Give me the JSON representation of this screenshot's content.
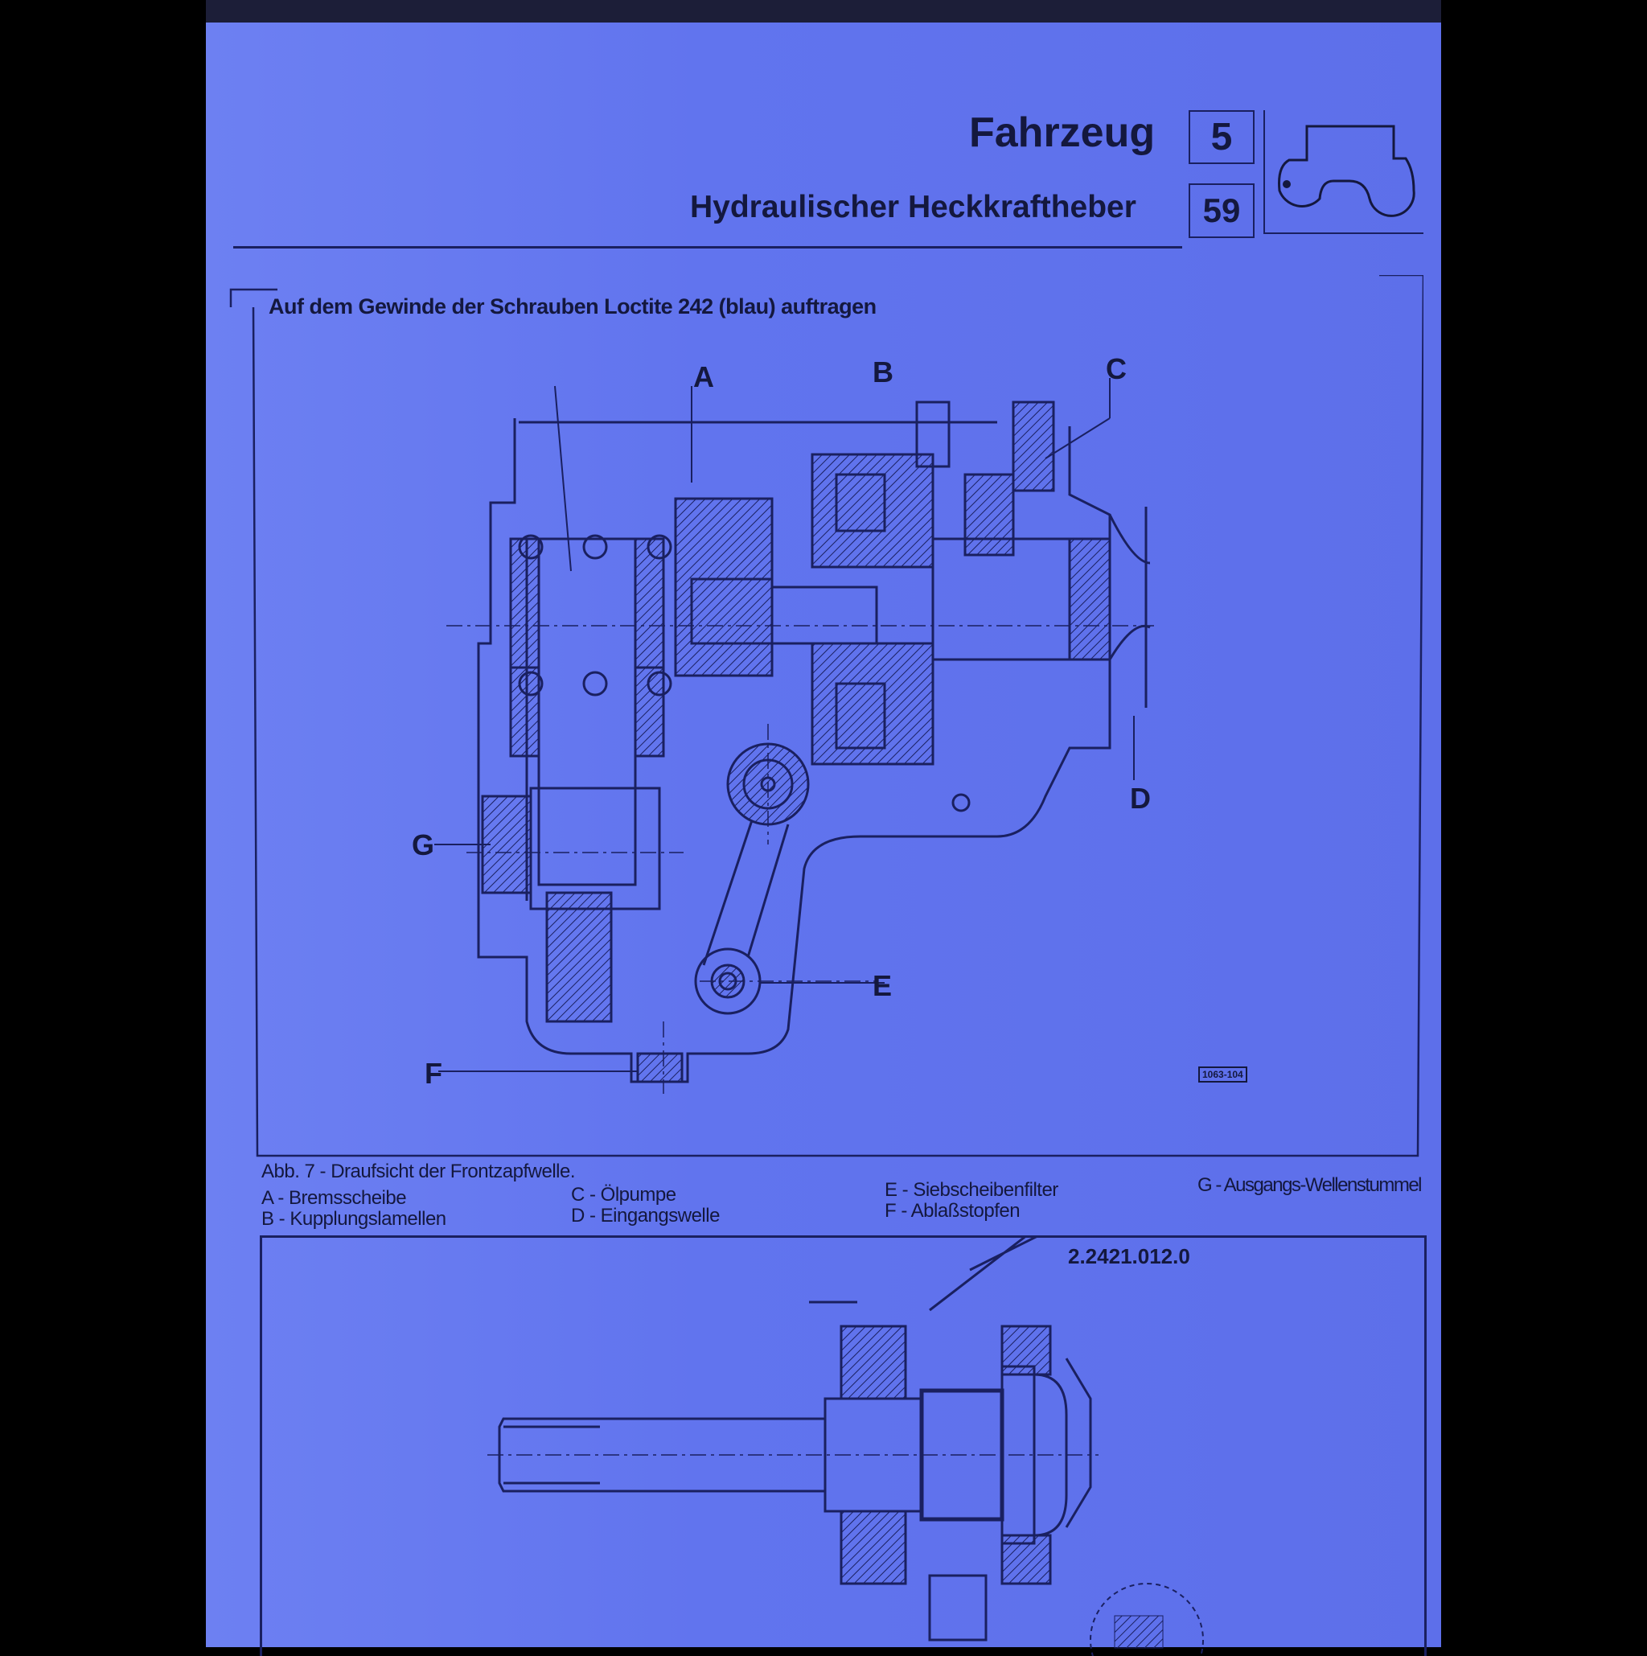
{
  "header": {
    "title": "Fahrzeug",
    "chapter_number": "5",
    "subtitle": "Hydraulischer Heckkraftheber",
    "section_number": "59",
    "icon": "tractor-icon"
  },
  "figure1": {
    "note": "Auf dem Gewinde der Schrauben Loctite 242 (blau) auftragen",
    "callouts": [
      "A",
      "B",
      "C",
      "D",
      "E",
      "F",
      "G"
    ],
    "drawing_code": "1063-104",
    "caption": "Abb. 7 - Draufsicht der Frontzapfwelle.",
    "legend": [
      "A - Bremsscheibe",
      "B - Kupplungslamellen",
      "C - Ölpumpe",
      "D - Eingangswelle",
      "E - Siebscheibenfilter",
      "F - Ablaßstopfen",
      "G - Ausgangs-Wellenstummel"
    ]
  },
  "figure2": {
    "part_number": "2.2421.012.0"
  }
}
